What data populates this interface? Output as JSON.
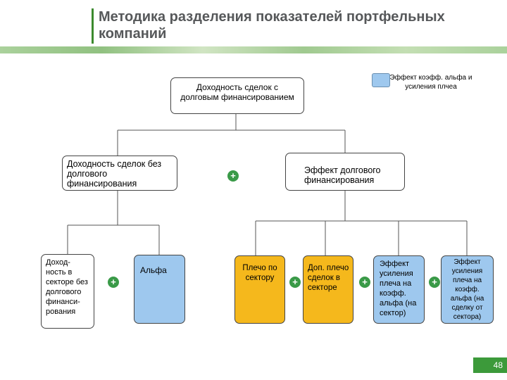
{
  "title": "Методика разделения показателей портфельных компаний",
  "legend": {
    "text": "Эффект коэфф. альфа и усиления плчеа",
    "color": "#9ec8ee"
  },
  "nodes": {
    "root": "Доходность сделок с долговым финансированием",
    "left": "Доходность сделок без долгового финансирования",
    "right": "Эффект долгового финансирования",
    "sector_return": "Доход-ность в секторе без долгового финанси-рования",
    "alpha": "Альфа",
    "leverage_sector": "Плечо по сектору",
    "extra_leverage": "Доп. плечо сделок в секторе",
    "lev_effect_sector": "Эффект усиления плеча на коэфф. альфа (на сектор)",
    "lev_effect_deal": "Эффект усиления плеча на коэфф. альфа (на сделку от сектора)"
  },
  "plus_sign": "+",
  "page_number": "48",
  "colors": {
    "title": "#56585a",
    "accent_green": "#3c8a2e",
    "blue": "#9ec8ee",
    "orange": "#f5b81c",
    "plus_green": "#3a9a48"
  }
}
